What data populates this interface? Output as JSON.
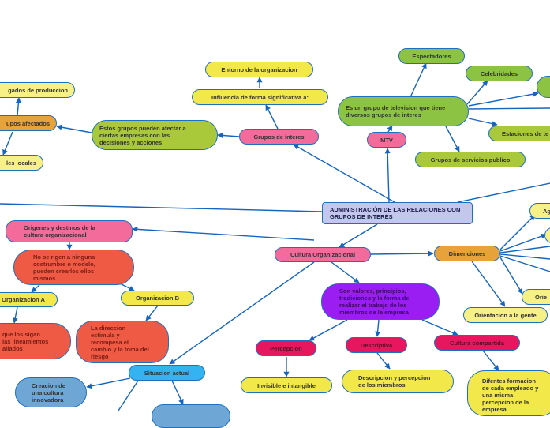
{
  "central": {
    "label": "ADMINISTRACIÓN DE LAS RELACIONES CON GRUPOS DE INTERÉS"
  },
  "branches": {
    "grupos_interes": {
      "label": "Grupos de interes",
      "influencia": "Influencia de forma significativa a:",
      "entorno": "Entorno de la organizacion",
      "afectar": "Estos grupos pueden afectar a ciertas empresas con las decisiones y acciones",
      "afectados": "upos afectados",
      "delegados": "gados de produccion",
      "locales": "les locales"
    },
    "mtv": {
      "label": "MTV",
      "desc": "Es un grupo de television que tiene diversos grupos de interes",
      "espectadores": "Espectadores",
      "celebridades": "Celebridades",
      "estaciones": "Estaciones de te",
      "servicios": "Grupos de servicios publico"
    },
    "cultura": {
      "label": "Cultura Organizacional",
      "origenes": "Origenes y destinos de la cultura organizacional",
      "no_rigen": "No se rigen a ninguna costrumbre o modelo, pueden crearlos ellos mismos",
      "org_a": "Organizacion A",
      "org_b": "Organizacion B",
      "org_a_desc": "que los sigan las lineamientos aliados",
      "org_b_desc": "La direccion estimula y recompesa el cambio y la toma del riesgo",
      "valores": "Son valores, principios, tradiciones y la forma de realizar el trabajo de los miembros de la empresa",
      "percepcion": "Percepcion",
      "descriptiva": "Descriptiva",
      "compartida": "Cultura compartida",
      "invisible": "Invisible e intangible",
      "desc_percep": "Descripcion y percepcion de los miembros",
      "diferentes": "Difentes formacion de cada empleado y una misma percepcion de la empresa",
      "situacion": "Situacion actual",
      "creacion": "Creacion de una cultura innovadora"
    },
    "dimensiones": {
      "label": "Dimenciones",
      "orientacion": "Orientacion a la gente",
      "ag": "Ag",
      "orie": "Orie"
    }
  }
}
